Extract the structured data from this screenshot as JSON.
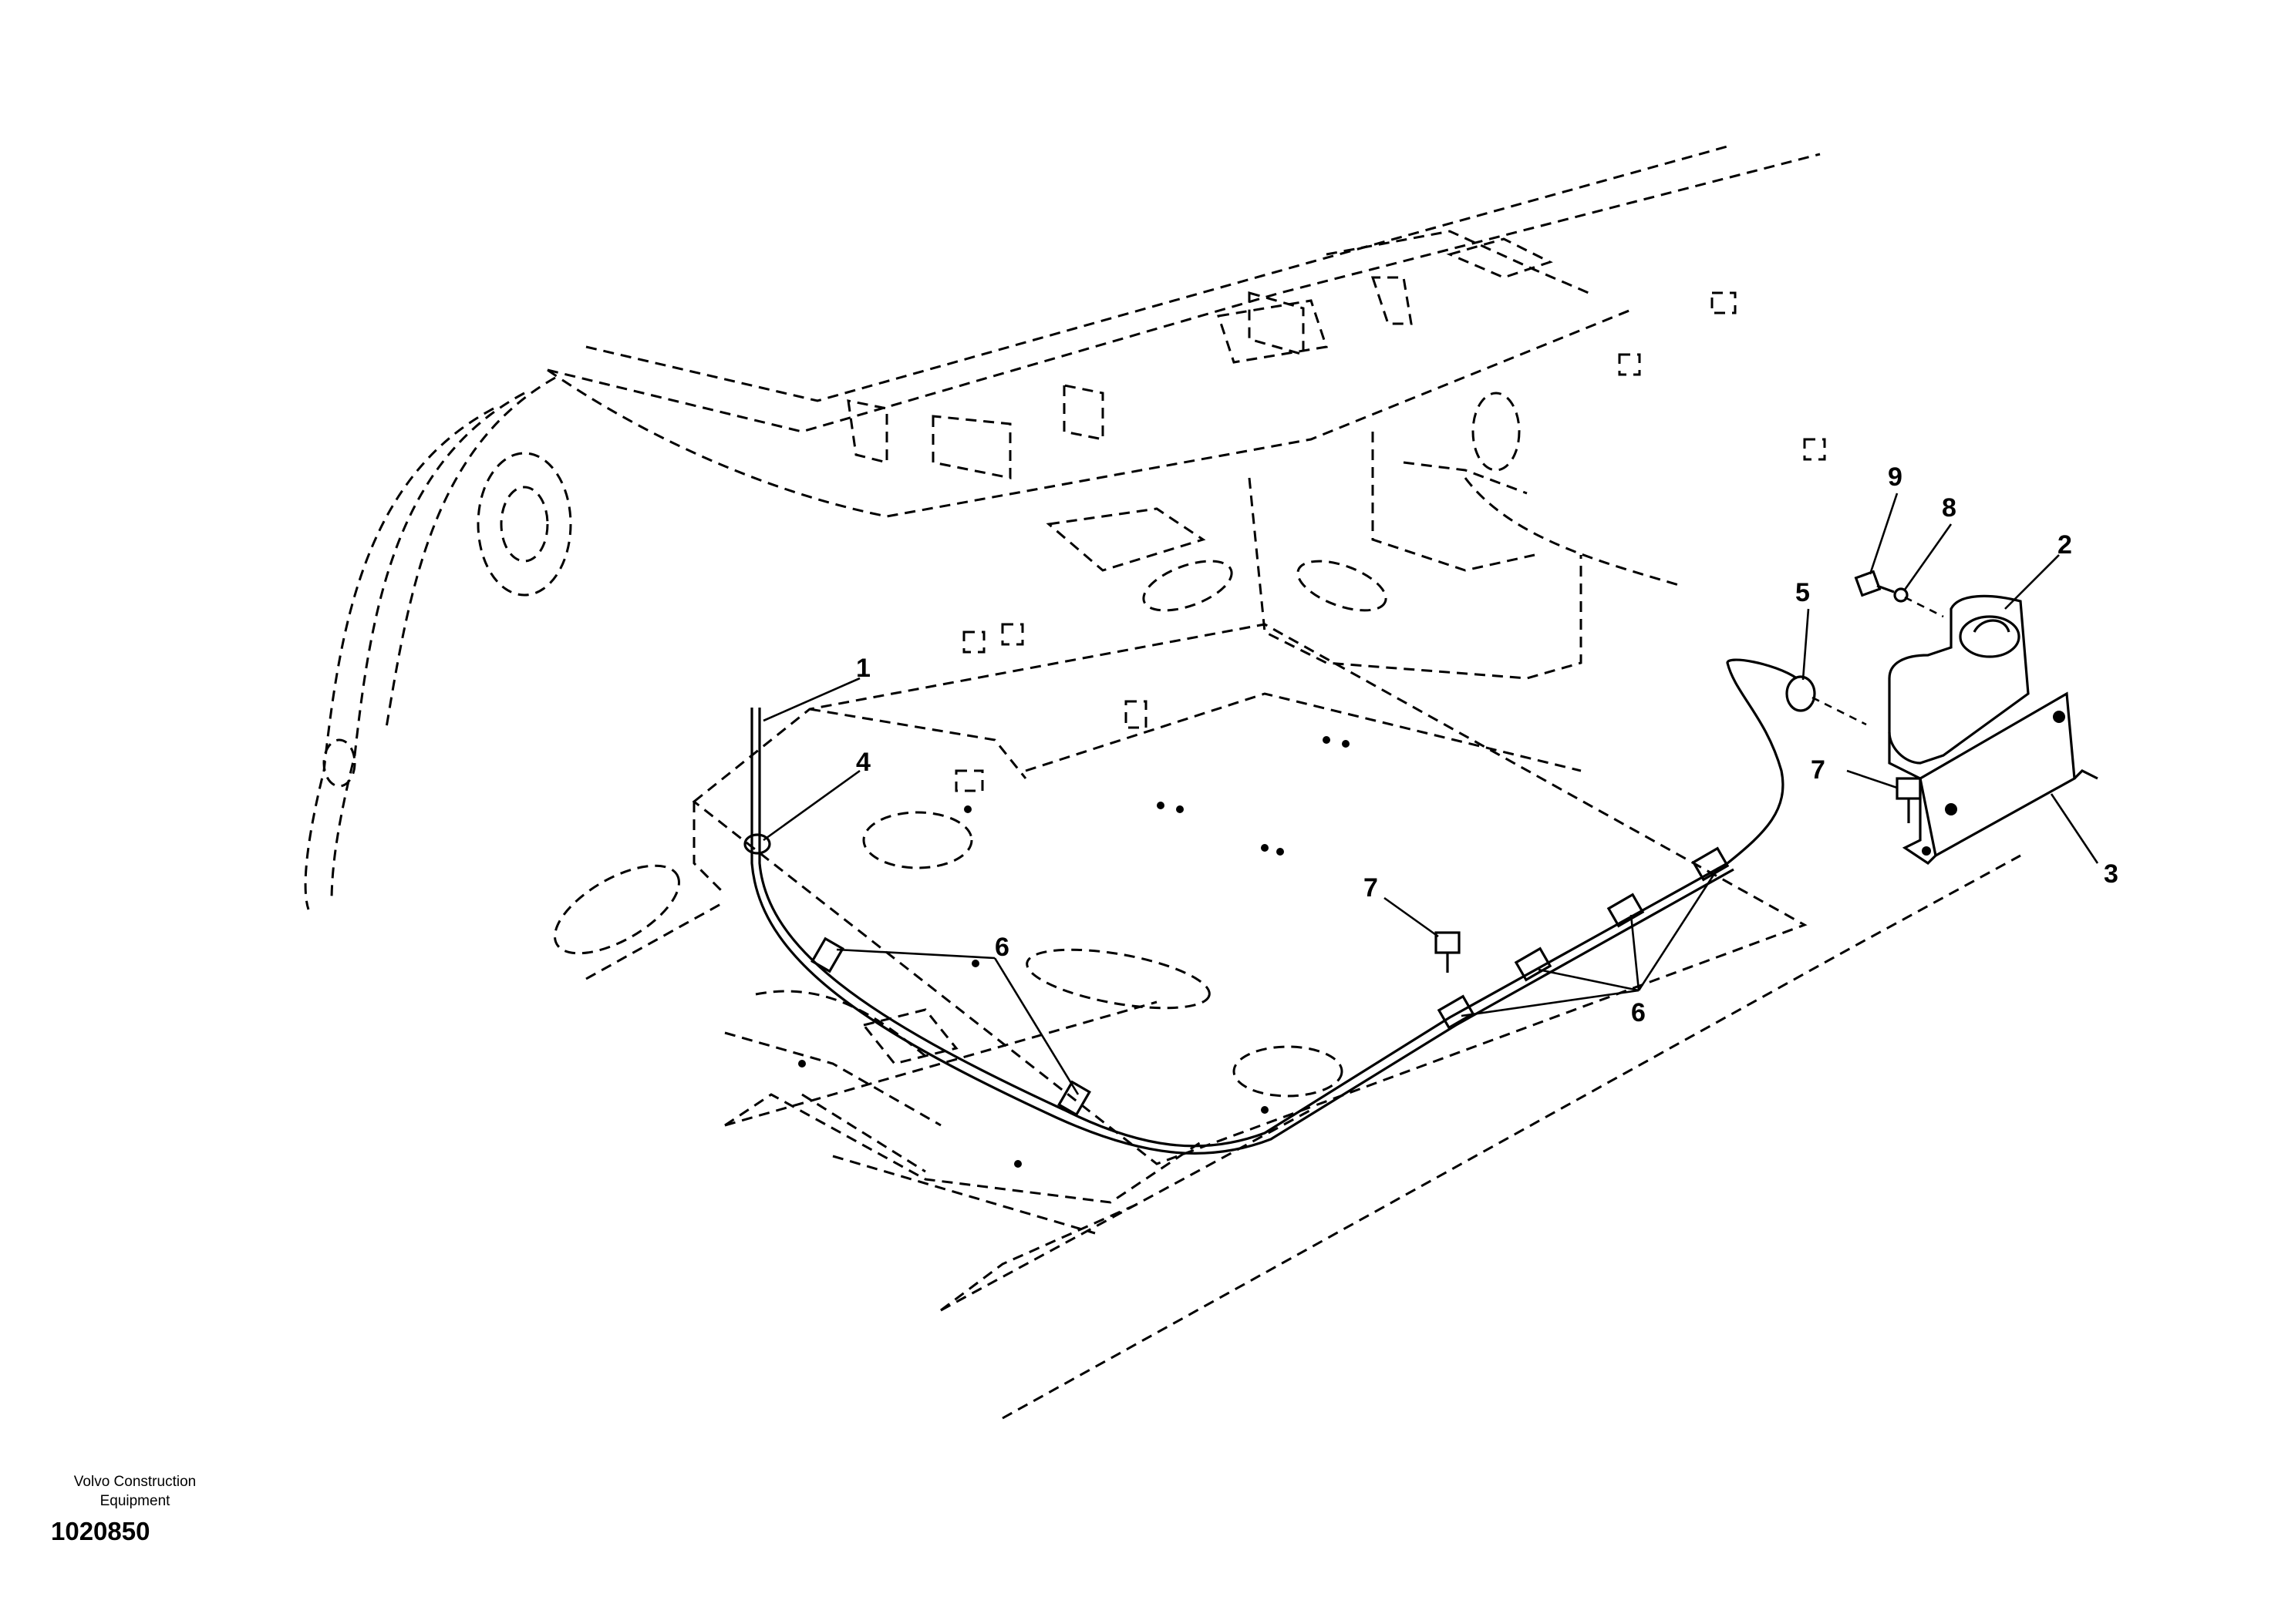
{
  "callouts": [
    {
      "id": "1",
      "text": "1"
    },
    {
      "id": "2",
      "text": "2"
    },
    {
      "id": "3",
      "text": "3"
    },
    {
      "id": "4",
      "text": "4"
    },
    {
      "id": "5",
      "text": "5"
    },
    {
      "id": "6a",
      "text": "6"
    },
    {
      "id": "6b",
      "text": "6"
    },
    {
      "id": "7a",
      "text": "7"
    },
    {
      "id": "7b",
      "text": "7"
    },
    {
      "id": "8",
      "text": "8"
    },
    {
      "id": "9",
      "text": "9"
    }
  ],
  "footer": {
    "brand_line1": "Volvo Construction",
    "brand_line2": "Equipment",
    "figure_number": "1020850"
  }
}
